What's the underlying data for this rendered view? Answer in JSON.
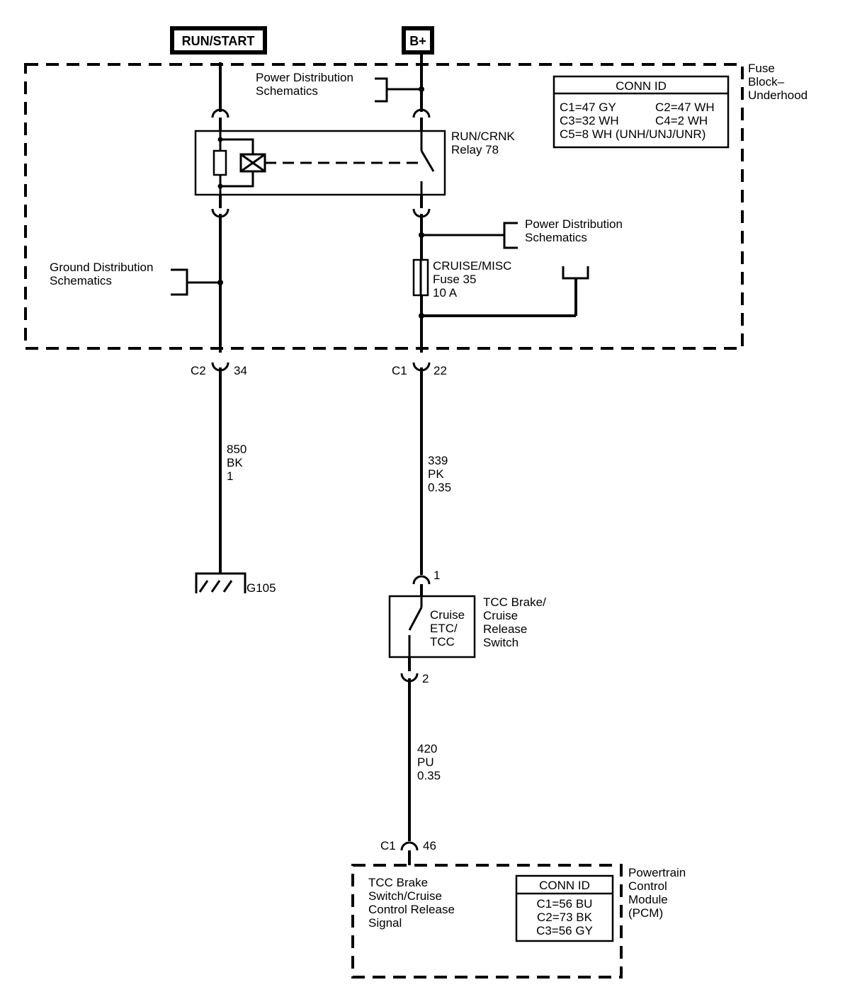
{
  "power_sources": {
    "run_start": "RUN/START",
    "b_plus": "B+"
  },
  "fuse_block": {
    "name_lines": [
      "Fuse",
      "Block–",
      "Underhood"
    ],
    "conn_id": {
      "title": "CONN ID",
      "rows": [
        [
          "C1=47 GY",
          "C2=47 WH"
        ],
        [
          "C3=32 WH",
          "C4=2 WH"
        ],
        [
          "C5=8 WH (UNH/UNJ/UNR)",
          ""
        ]
      ]
    },
    "power_dist_top": [
      "Power Distribution",
      "Schematics"
    ],
    "power_dist_mid": [
      "Power Distribution",
      "Schematics"
    ],
    "ground_dist": [
      "Ground Distribution",
      "Schematics"
    ],
    "relay": [
      "RUN/CRNK",
      "Relay 78"
    ],
    "fuse": [
      "CRUISE/MISC",
      "Fuse 35",
      "10 A"
    ]
  },
  "connectors": {
    "left": {
      "name": "C2",
      "pin": "34"
    },
    "right": {
      "name": "C1",
      "pin": "22"
    },
    "switch_top_pin": "1",
    "switch_bottom_pin": "2",
    "pcm": {
      "name": "C1",
      "pin": "46"
    }
  },
  "wires": {
    "left": [
      "850",
      "BK",
      "1"
    ],
    "right": [
      "339",
      "PK",
      "0.35"
    ],
    "lower": [
      "420",
      "PU",
      "0.35"
    ]
  },
  "ground": "G105",
  "switch": {
    "inner": [
      "Cruise",
      "ETC/",
      "TCC"
    ],
    "label": [
      "TCC Brake/",
      "Cruise",
      "Release",
      "Switch"
    ]
  },
  "pcm": {
    "signal": [
      "TCC Brake",
      "Switch/Cruise",
      "Control Release",
      "Signal"
    ],
    "conn_id": {
      "title": "CONN ID",
      "rows": [
        "C1=56 BU",
        "C2=73 BK",
        "C3=56 GY"
      ]
    },
    "name_lines": [
      "Powertrain",
      "Control",
      "Module",
      "(PCM)"
    ]
  }
}
